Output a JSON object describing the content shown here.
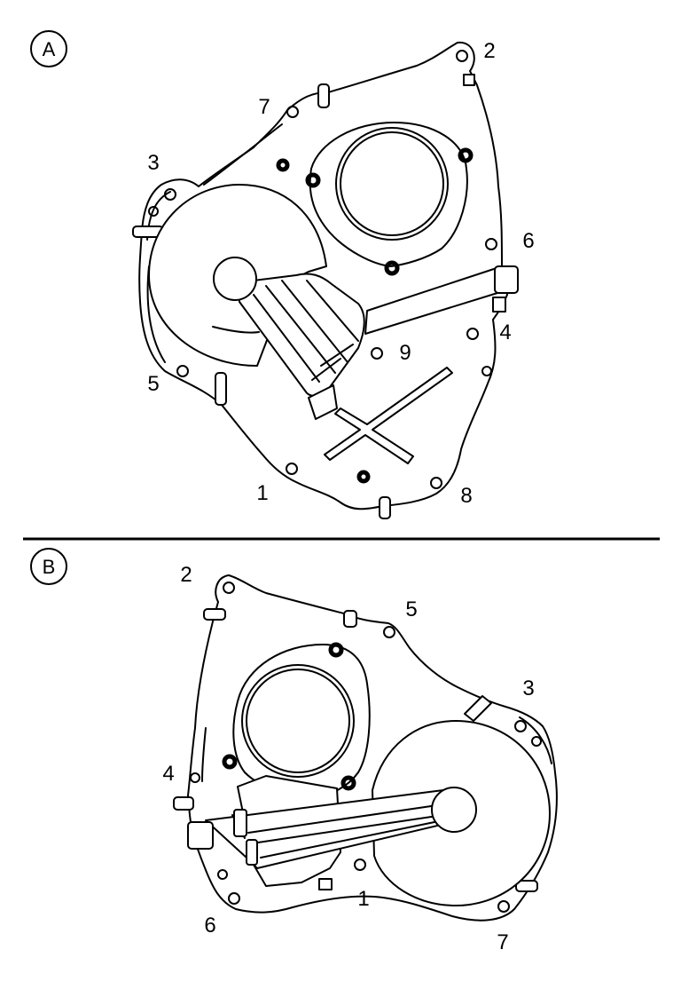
{
  "panels": [
    {
      "letter": "A",
      "callouts": [
        "2",
        "7",
        "3",
        "6",
        "4",
        "9",
        "5",
        "1",
        "8"
      ]
    },
    {
      "letter": "B",
      "callouts": [
        "2",
        "5",
        "3",
        "4",
        "1",
        "6",
        "7"
      ]
    }
  ]
}
